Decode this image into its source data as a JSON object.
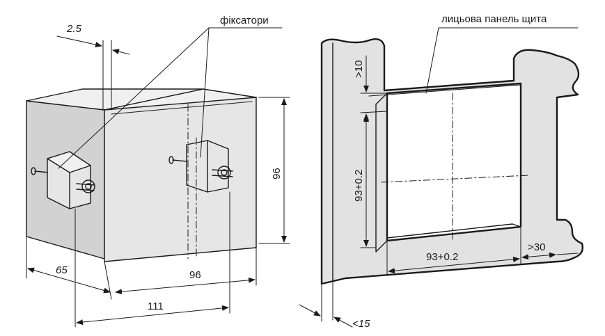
{
  "labels": {
    "fixators": "фіксатори",
    "front_panel": "лицьова панель щита"
  },
  "dimensions": {
    "d_2_5": "2.5",
    "d_65": "65",
    "d_96_height": "96",
    "d_96_width": "96",
    "d_111": "111",
    "d_gt10": ">10",
    "d_93_vertical": "93+0.2",
    "d_93_horizontal": "93+0.2",
    "d_gt30": ">30",
    "d_lt15": "<15"
  }
}
